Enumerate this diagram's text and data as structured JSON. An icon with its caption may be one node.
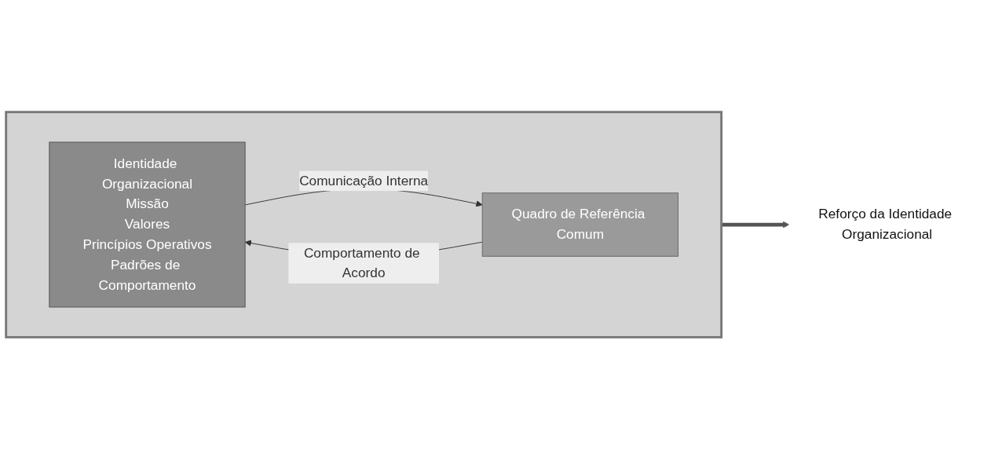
{
  "diagram": {
    "nodes": [
      {
        "text": [],
        "shape": "box"
      },
      {
        "text": [
          "Identidade Organizacional",
          "Missão",
          "Valores",
          "Princípios Operativos",
          "Padrões de Comportamento"
        ],
        "in": 0
      },
      {
        "text": [
          "Quadro de Referência Comum"
        ],
        "in": 0
      },
      {
        "text": [
          "Reforço da Identidade Organizacional"
        ]
      }
    ],
    "edges": [
      {
        "from": 1,
        "to": 2,
        "arrow": "to",
        "label": "Comunicação Interna"
      },
      {
        "from": 2,
        "to": 1,
        "arrow": "to",
        "label": "Comportamento de Acordo"
      },
      {
        "from": 0,
        "to": 3,
        "arrow": "to",
        "style": "thick",
        "color": "#555555"
      }
    ]
  }
}
